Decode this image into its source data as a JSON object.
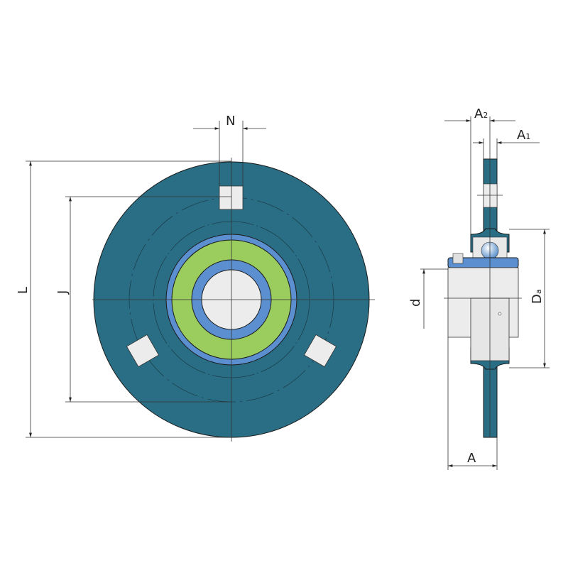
{
  "title": "Three-bolt flange bearing unit dimension drawing",
  "labels": {
    "N": "N",
    "L": "L",
    "J": "J",
    "A": "A",
    "A1": "A",
    "A1_sub": "1",
    "A2": "A",
    "A2_sub": "2",
    "d": "d",
    "Da": "D",
    "Da_sub": "a"
  },
  "colors": {
    "housing": "#2a6e85",
    "ring": "#5b8fcf",
    "seal": "#9acc5e",
    "bore": "#ececec"
  }
}
